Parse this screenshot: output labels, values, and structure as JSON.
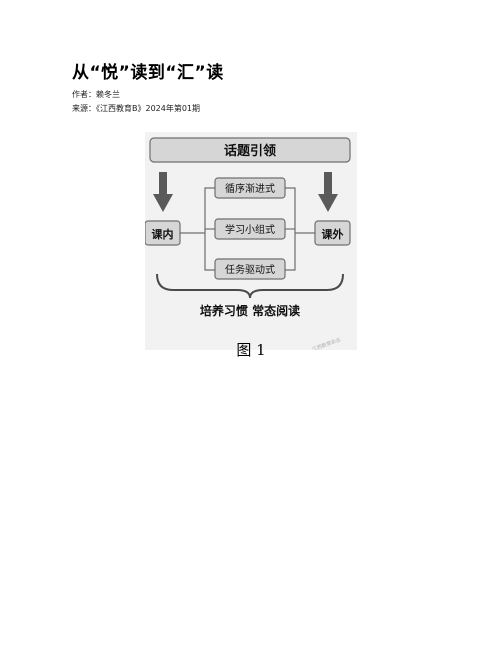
{
  "article": {
    "title": "从“悦”读到“汇”读",
    "author_line": "作者：赖冬兰",
    "source_line": "来源：《江西教育B》2024年第01期"
  },
  "figure": {
    "top_box": "话题引领",
    "left_box": "课内",
    "right_box": "课外",
    "methods": [
      "循序渐进式",
      "学习小组式",
      "任务驱动式"
    ],
    "bottom_text": "培养习惯 常态阅读",
    "watermark": "江西教育杂志",
    "caption": "图 1"
  },
  "colors": {
    "box_fill": "#d6d6d6",
    "box_stroke": "#6f6f6f",
    "arrow": "#5a5a5a",
    "background": "#f2f2f2"
  }
}
